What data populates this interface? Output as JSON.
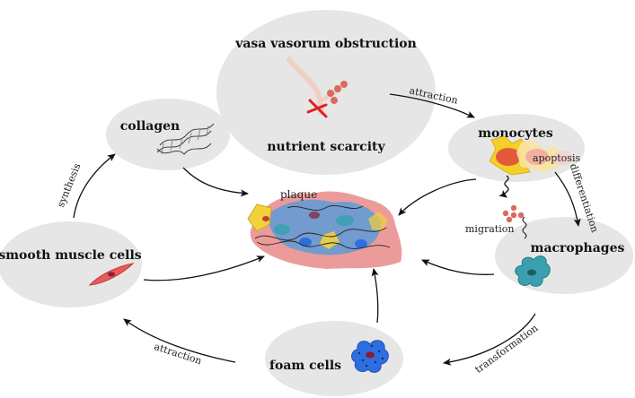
{
  "nodes": {
    "vasa_vasorum": {
      "title": "vasa vasorum obstruction",
      "subtitle": "nutrient scarcity"
    },
    "collagen": {
      "title": "collagen"
    },
    "monocytes": {
      "title": "monocytes",
      "apoptosis": "apoptosis"
    },
    "smooth_muscle": {
      "title": "smooth muscle cells"
    },
    "macrophages": {
      "title": "macrophages"
    },
    "foam_cells": {
      "title": "foam cells"
    },
    "plaque": {
      "title": "plaque"
    }
  },
  "edges": {
    "attraction_top": "attraction",
    "synthesis": "synthesis",
    "differentiation": "differentiation",
    "migration": "migration",
    "transformation": "transformation",
    "attraction_bottom": "attraction"
  },
  "colors": {
    "ellipse_fill": "#e6e6e6",
    "cell_red": "#d9534f",
    "cell_blue": "#3f8fd6",
    "macrophage_teal": "#3aa0b0",
    "cell_yellow": "#f2d23a"
  }
}
